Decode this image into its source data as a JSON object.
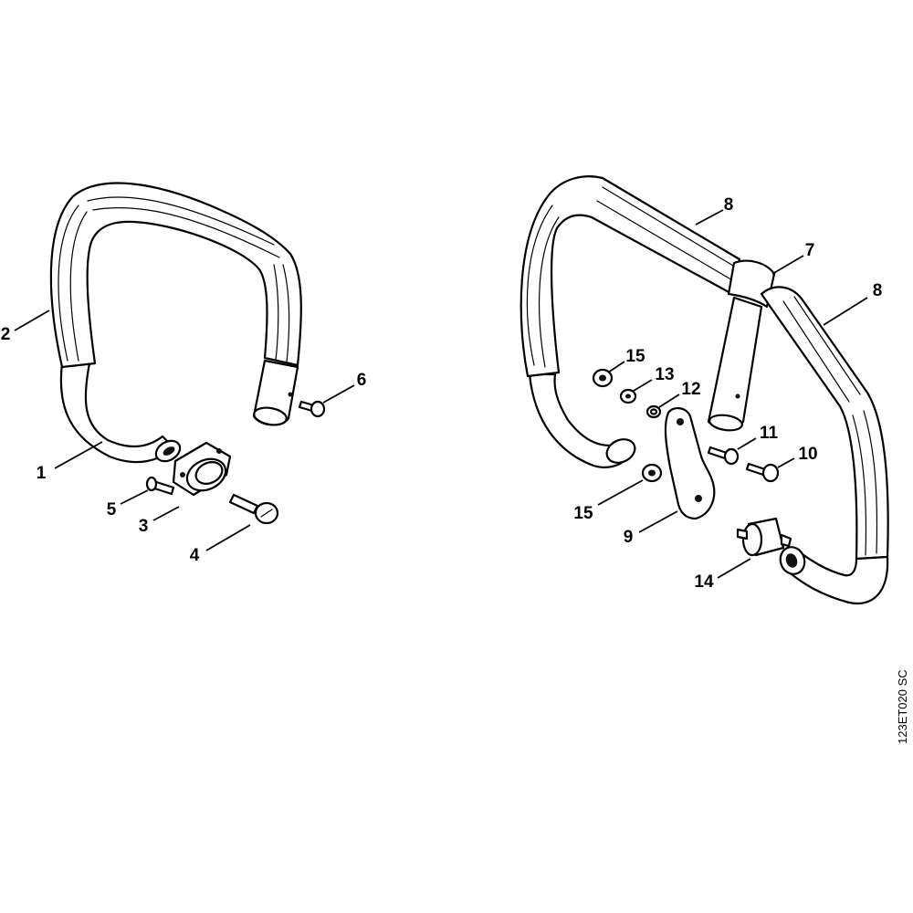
{
  "callouts": [
    {
      "num": "1"
    },
    {
      "num": "2"
    },
    {
      "num": "3"
    },
    {
      "num": "4"
    },
    {
      "num": "5"
    },
    {
      "num": "6"
    },
    {
      "num": "7"
    },
    {
      "num": "8"
    },
    {
      "num": "8"
    },
    {
      "num": "9"
    },
    {
      "num": "10"
    },
    {
      "num": "11"
    },
    {
      "num": "12"
    },
    {
      "num": "13"
    },
    {
      "num": "15"
    },
    {
      "num": "15"
    },
    {
      "num": "14"
    }
  ],
  "document_code": "123ET020 SC"
}
